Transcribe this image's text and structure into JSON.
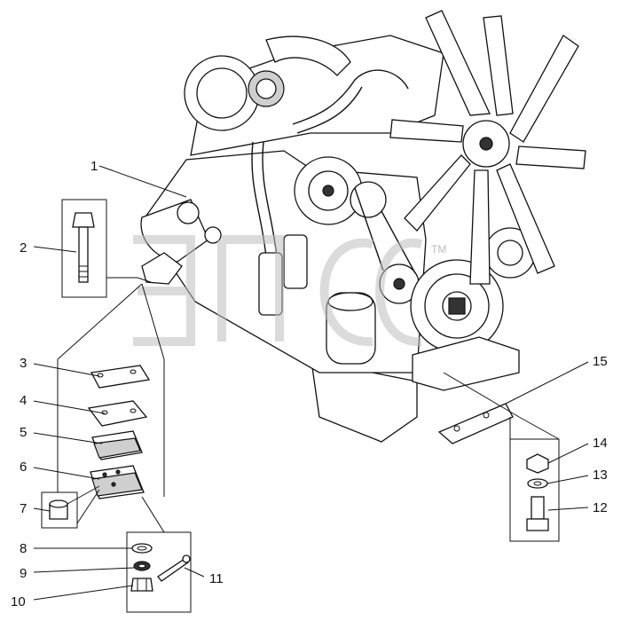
{
  "watermark": {
    "text": "ЭПС",
    "mark": "TM"
  },
  "callouts": [
    "1",
    "2",
    "3",
    "4",
    "5",
    "6",
    "7",
    "8",
    "9",
    "10",
    "11",
    "12",
    "13",
    "14",
    "15"
  ]
}
